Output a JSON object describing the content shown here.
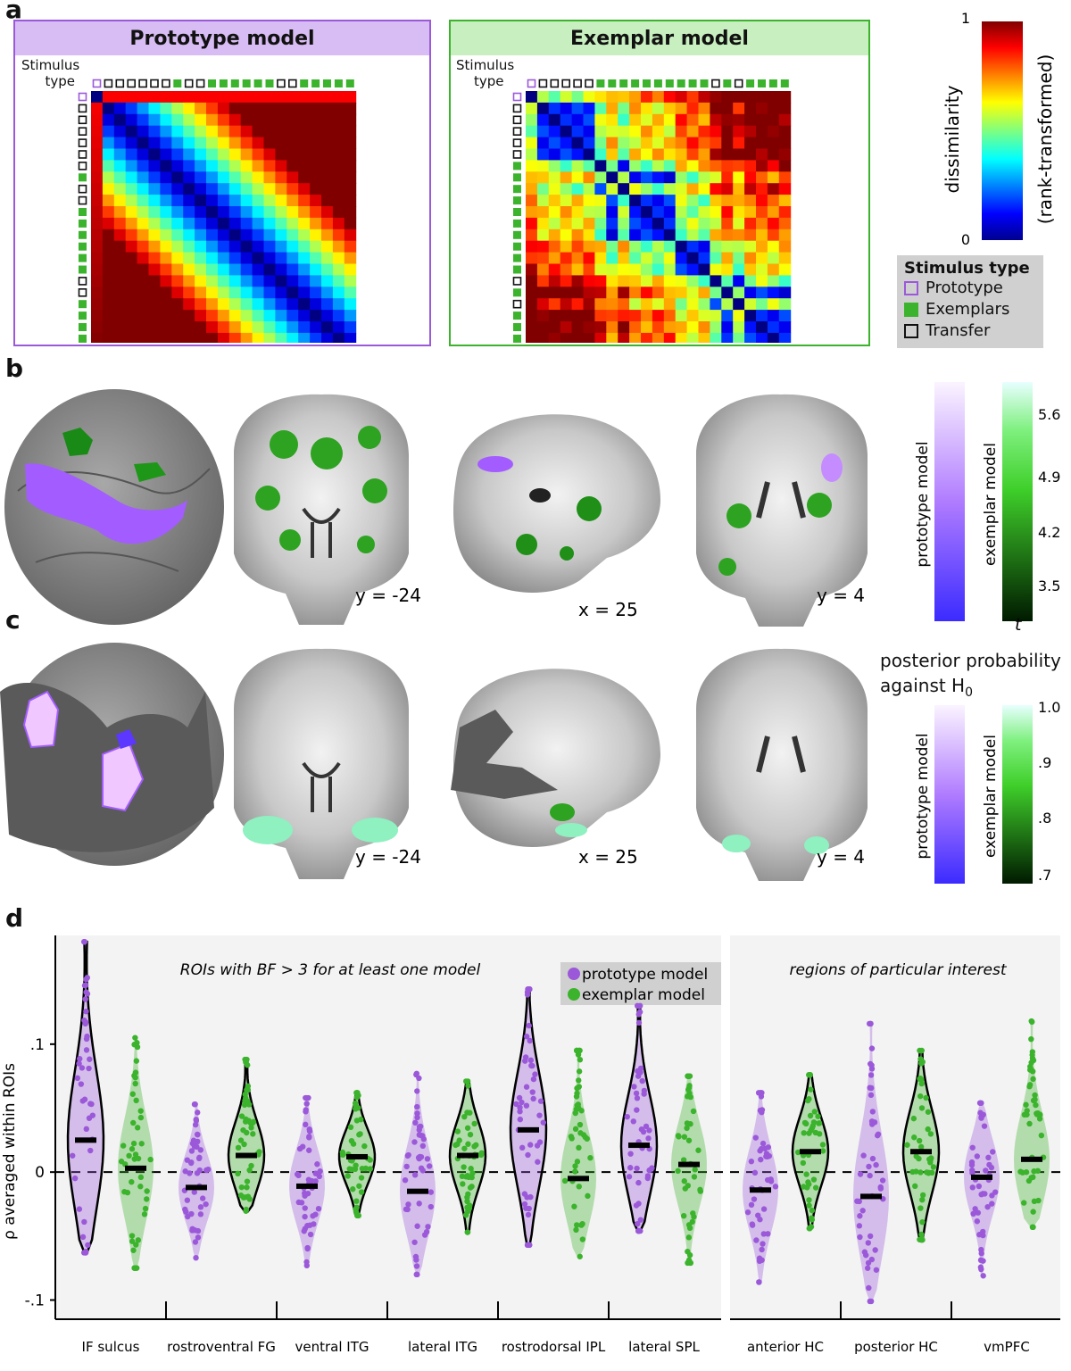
{
  "panel_a": {
    "letter": "a",
    "prototype_title": "Prototype model",
    "exemplar_title": "Exemplar model",
    "stimulus_label_1": "Stimulus",
    "stimulus_label_2": "type",
    "prototype_stimulus_types": [
      "P",
      "T",
      "T",
      "T",
      "T",
      "T",
      "T",
      "E",
      "T",
      "T",
      "E",
      "E",
      "E",
      "E",
      "E",
      "E",
      "T",
      "T",
      "E",
      "E",
      "E",
      "E",
      "E"
    ],
    "exemplar_stimulus_types": [
      "P",
      "T",
      "T",
      "T",
      "T",
      "T",
      "E",
      "E",
      "E",
      "E",
      "E",
      "E",
      "E",
      "E",
      "E",
      "E",
      "T",
      "E",
      "T",
      "E",
      "E",
      "E",
      "E"
    ],
    "colorbar": {
      "max_label": "1",
      "min_label": "0",
      "label_1": "dissimilarity",
      "label_2": "(rank-transformed)"
    },
    "legend": {
      "title": "Stimulus type",
      "prototype": "Prototype",
      "exemplars": "Exemplars",
      "transfer": "Transfer"
    },
    "colors": {
      "prototype": "#9b59d9",
      "exemplar": "#3cb32c",
      "transfer": "#111111",
      "proto_title_bg": "#d7bdf3",
      "exem_title_bg": "#c8efbf"
    }
  },
  "panel_b": {
    "letter": "b",
    "coords": [
      "y = -24",
      "x = 25",
      "y = 4"
    ],
    "prototype_colorbar_label": "prototype model",
    "exemplar_colorbar_label": "exemplar model",
    "ticks": [
      "5.6",
      "4.9",
      "4.2",
      "3.5"
    ],
    "stat_label": "t"
  },
  "panel_c": {
    "letter": "c",
    "title_1": "posterior probability",
    "title_2": "against H",
    "title_sub": "0",
    "coords": [
      "y = -24",
      "x = 25",
      "y = 4"
    ],
    "prototype_colorbar_label": "prototype model",
    "exemplar_colorbar_label": "exemplar model",
    "ticks": [
      "1.0",
      ".9",
      ".8",
      ".7"
    ]
  },
  "panel_d": {
    "letter": "d",
    "section_left": "ROIs with BF > 3 for at least one model",
    "section_right": "regions of particular interest",
    "legend_prototype": "prototype model",
    "legend_exemplar": "exemplar model",
    "ylabel": "ρ averaged within ROIs",
    "yticks": [
      ".1",
      "0",
      "-.1"
    ]
  },
  "chart_data": {
    "type": "violin",
    "title": "",
    "xlabel": "",
    "ylabel": "ρ averaged within ROIs",
    "ylim": [
      -0.115,
      0.185
    ],
    "y_tick_values": [
      0.1,
      0,
      -0.1
    ],
    "categories": [
      "IF sulcus",
      "rostroventral FG",
      "ventral ITG",
      "lateral ITG",
      "rostrodorsal IPL",
      "lateral SPL",
      "anterior HC",
      "posterior HC",
      "vmPFC"
    ],
    "series": [
      {
        "name": "prototype model",
        "color": "#9b59d9",
        "medians": [
          0.025,
          -0.012,
          -0.011,
          -0.015,
          0.033,
          0.021,
          -0.014,
          -0.019,
          -0.004
        ],
        "mins": [
          -0.063,
          -0.067,
          -0.073,
          -0.08,
          -0.057,
          -0.046,
          -0.086,
          -0.101,
          -0.081
        ],
        "maxs": [
          0.18,
          0.053,
          0.058,
          0.077,
          0.143,
          0.13,
          0.062,
          0.116,
          0.054
        ]
      },
      {
        "name": "exemplar model",
        "color": "#3cb32c",
        "medians": [
          0.003,
          0.013,
          0.012,
          0.013,
          -0.005,
          0.006,
          0.016,
          0.016,
          0.01
        ],
        "mins": [
          -0.075,
          -0.031,
          -0.034,
          -0.047,
          -0.066,
          -0.071,
          -0.044,
          -0.053,
          -0.043
        ],
        "maxs": [
          0.105,
          0.088,
          0.062,
          0.071,
          0.095,
          0.075,
          0.076,
          0.095,
          0.118
        ]
      }
    ],
    "legend_position": "top-right"
  }
}
